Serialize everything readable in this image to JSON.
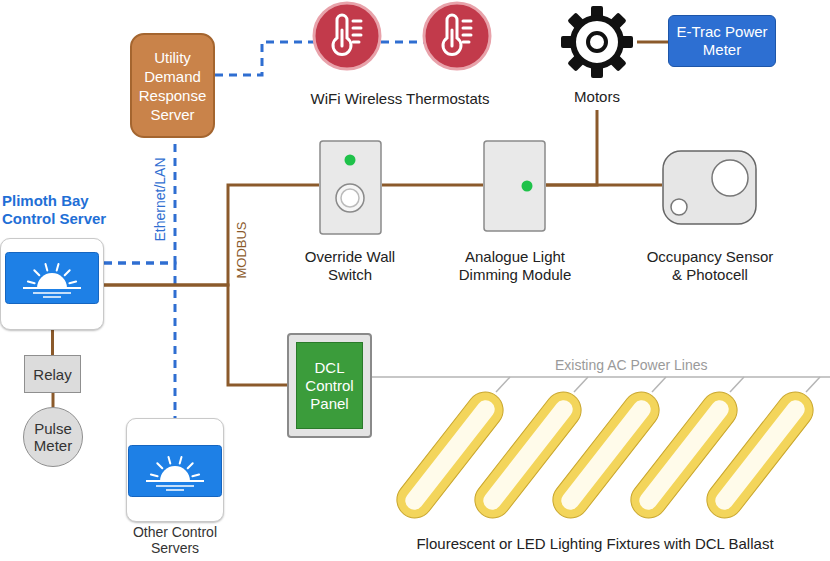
{
  "diagram": {
    "nodes": [
      {
        "text": [
          "Utility Demand Response Server"
        ]
      },
      {
        "text": [
          "Plimoth Bay Control Server"
        ]
      },
      {
        "text": [
          "Relay"
        ]
      },
      {
        "text": [
          "Pulse Meter"
        ]
      },
      {
        "text": [
          "Other Control Servers"
        ]
      },
      {
        "text": [
          "Motors"
        ]
      },
      {
        "text": [
          "E-Trac Power Meter"
        ]
      },
      {
        "text": [
          "Override Wall Switch"
        ]
      },
      {
        "text": [
          "Analogue Light Dimming Module"
        ]
      },
      {
        "text": [
          "Occupancy Sensor & Photocell"
        ]
      },
      {
        "text": [
          "DCL Control Panel"
        ]
      }
    ],
    "edges": [
      {
        "from": 1,
        "to": 0,
        "arrow": "none"
      },
      {
        "from": 1,
        "to": 4,
        "arrow": "none"
      },
      {
        "from": 1,
        "to": 2,
        "arrow": "none"
      },
      {
        "from": 2,
        "to": 3,
        "arrow": "none"
      },
      {
        "from": 1,
        "to": 7,
        "arrow": "none"
      },
      {
        "from": 7,
        "to": 8,
        "arrow": "none"
      },
      {
        "from": 8,
        "to": 9,
        "arrow": "none"
      },
      {
        "from": 8,
        "to": 5,
        "arrow": "none"
      },
      {
        "from": 5,
        "to": 6,
        "arrow": "none"
      },
      {
        "from": 1,
        "to": 10,
        "arrow": "none"
      }
    ],
    "labels": [
      "WiFi Wireless Thermostats",
      "Ethernet/LAN",
      "MODBUS",
      "Existing AC Power Lines",
      "Flourescent or LED Lighting Fixtures with DCL Ballast"
    ]
  }
}
